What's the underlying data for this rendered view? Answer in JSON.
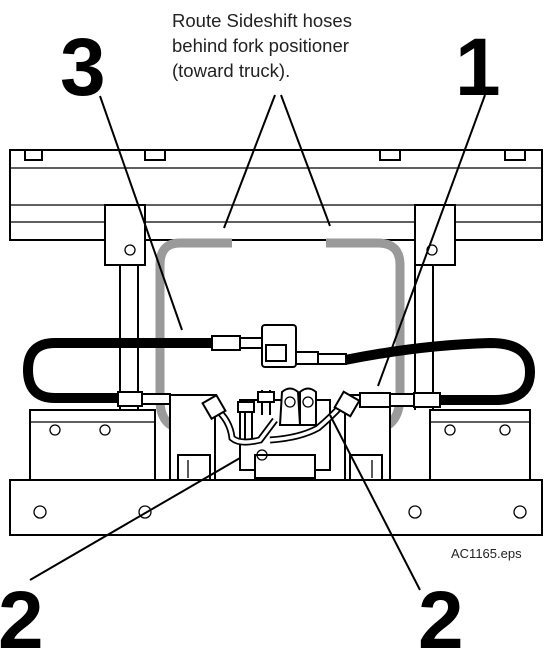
{
  "callouts": {
    "top_left": "3",
    "top_right": "1",
    "bottom_left": "2",
    "bottom_right": "2"
  },
  "note": {
    "line1": "Route Sideshift hoses",
    "line2": "behind fork positioner",
    "line3": "(toward truck)."
  },
  "file_tag": "AC1165.eps",
  "colors": {
    "line": "#000000",
    "hidden_hose": "#9a9a9a",
    "background": "#ffffff"
  }
}
